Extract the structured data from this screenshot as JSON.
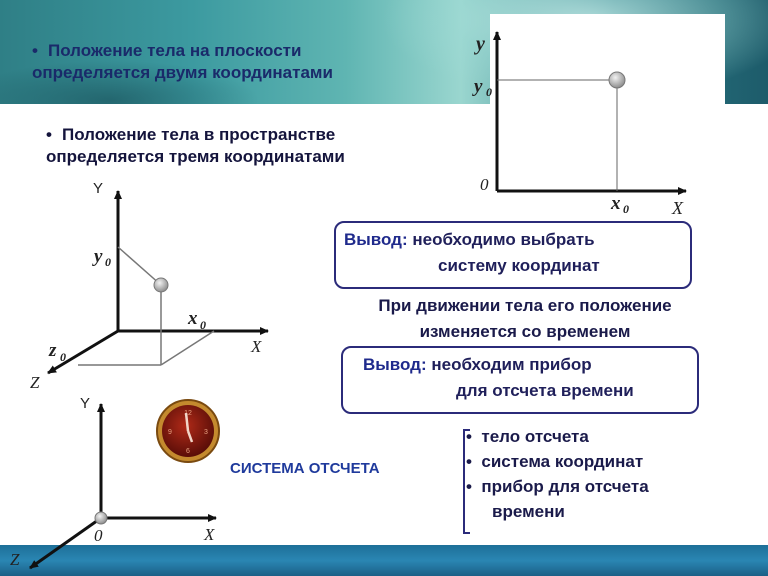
{
  "intro": {
    "plane_line1": "Положение тела на плоскости",
    "plane_line2": "определяется  двумя  координатами",
    "space_line1": "Положение тела в пространстве",
    "space_line2": "определяется  тремя координатами"
  },
  "plane_graph": {
    "y_axis": "y",
    "x_axis": "X",
    "origin": "0",
    "y_mark": "y",
    "y_sub": "0",
    "x_mark": "x",
    "x_sub": "0"
  },
  "space_graph": {
    "y_axis": "Y",
    "x_axis": "X",
    "z_axis": "Z",
    "y_mark": "y",
    "y_sub": "0",
    "x_mark": "x",
    "x_sub": "0",
    "z_mark": "z",
    "z_sub": "0"
  },
  "time_graph": {
    "y_axis": "Y",
    "x_axis": "X",
    "z_axis": "Z",
    "origin": "0"
  },
  "conclusion1": {
    "label": "Вывод:",
    "line1_rest": " необходимо выбрать",
    "line2": "систему  координат"
  },
  "motion_text": {
    "line1": "При движении тела его положение",
    "line2": "изменяется со временем"
  },
  "conclusion2": {
    "label": "Вывод:",
    "line1_rest": " необходим   прибор",
    "line2": "для отсчета времени"
  },
  "reference_system": {
    "title": "СИСТЕМА ОТСЧЕТА",
    "items": [
      "тело отсчета",
      "система координат",
      "прибор для отсчета",
      "времени"
    ]
  },
  "clock": {
    "numerals": [
      "12",
      "3",
      "6",
      "9"
    ]
  },
  "colors": {
    "title_blue": "#1f3a9c",
    "text_dark": "#1a1a4a",
    "box_border": "#2b2b7a",
    "footer_blue": "#2a86b3"
  }
}
